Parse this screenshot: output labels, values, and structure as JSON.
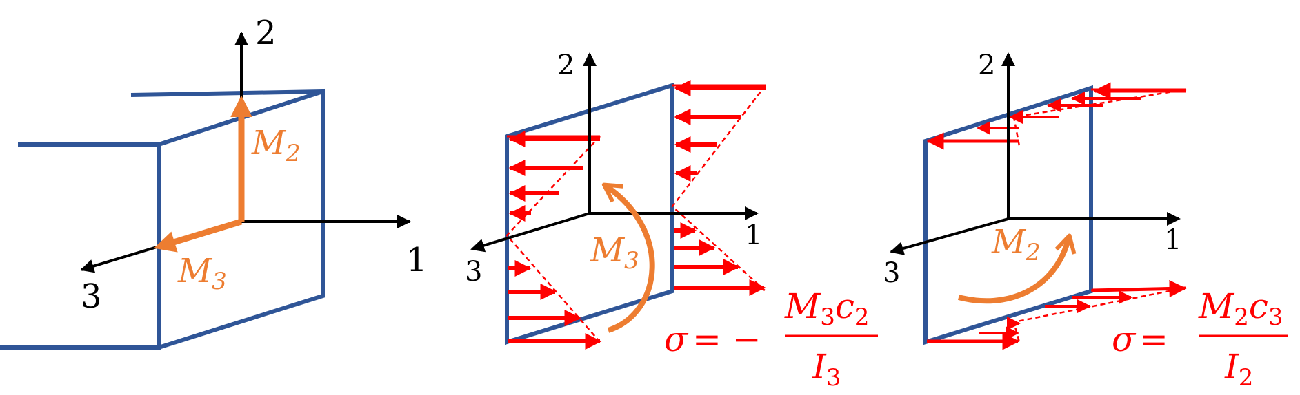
{
  "colors": {
    "outline": "#2f5597",
    "moment": "#ed7d31",
    "stress": "#ff0000",
    "axis": "#000000"
  },
  "panel1": {
    "axis_labels": {
      "x": "1",
      "y": "2",
      "z": "3"
    },
    "moment_2": {
      "symbol": "M",
      "subscript": "2"
    },
    "moment_3": {
      "symbol": "M",
      "subscript": "3"
    }
  },
  "panel2": {
    "axis_labels": {
      "x": "1",
      "y": "2",
      "z": "3"
    },
    "moment": {
      "symbol": "M",
      "subscript": "3"
    },
    "equation": {
      "lhs": "σ",
      "relation": "= −",
      "numerator_a": "M",
      "numerator_a_sub": "3",
      "numerator_b": "c",
      "numerator_b_sub": "2",
      "denominator": "I",
      "denominator_sub": "3"
    }
  },
  "panel3": {
    "axis_labels": {
      "x": "1",
      "y": "2",
      "z": "3"
    },
    "moment": {
      "symbol": "M",
      "subscript": "2"
    },
    "equation": {
      "lhs": "σ",
      "relation": "=",
      "numerator_a": "M",
      "numerator_a_sub": "2",
      "numerator_b": "c",
      "numerator_b_sub": "3",
      "denominator": "I",
      "denominator_sub": "2"
    }
  }
}
